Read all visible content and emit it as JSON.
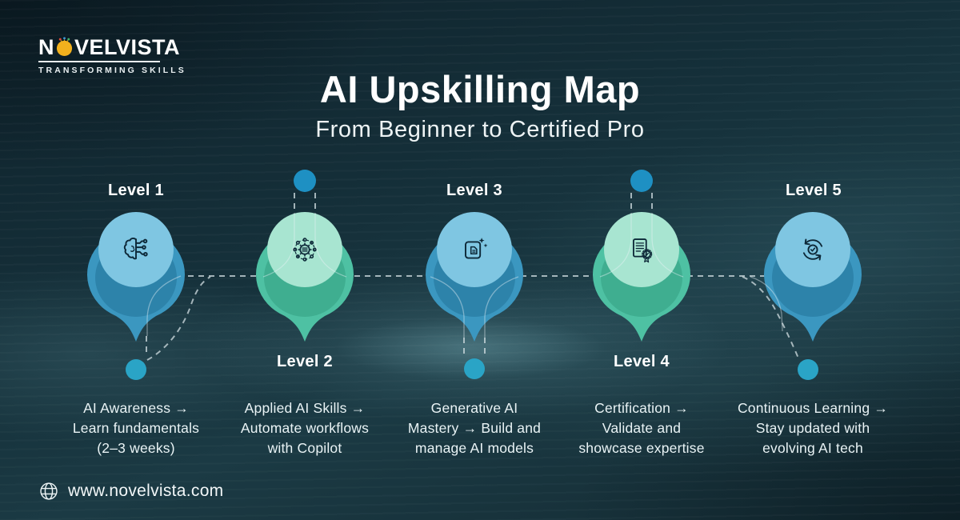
{
  "brand": {
    "logo_prefix": "N",
    "logo_suffix": "VELVISTA",
    "logo_full": "NOVELVISTA",
    "tagline": "TRANSFORMING SKILLS",
    "bulb_color": "#f2b11d"
  },
  "header": {
    "title": "AI Upskilling Map",
    "subtitle": "From Beginner to Certified Pro"
  },
  "levels": [
    {
      "label": "Level 1",
      "icon": "brain-circuit-icon",
      "theme": "blue",
      "label_position": "top",
      "lines": [
        "AI Awareness →",
        "Learn fundamentals",
        "(2–3 weeks)"
      ]
    },
    {
      "label": "Level 2",
      "icon": "automation-gear-icon",
      "theme": "green",
      "label_position": "bottom",
      "lines": [
        "Applied AI Skills →",
        "Automate workflows",
        "with Copilot"
      ]
    },
    {
      "label": "Level 3",
      "icon": "generative-ai-document-icon",
      "theme": "blue",
      "label_position": "top",
      "lines": [
        "Generative AI",
        "Mastery → Build and",
        "manage AI models"
      ]
    },
    {
      "label": "Level 4",
      "icon": "certificate-icon",
      "theme": "green",
      "label_position": "bottom",
      "lines": [
        "Certification →",
        "Validate and",
        "showcase expertise"
      ]
    },
    {
      "label": "Level 5",
      "icon": "continuous-learning-icon",
      "theme": "blue",
      "label_position": "top",
      "lines": [
        "Continuous Learning →",
        "Stay updated with",
        "evolving AI tech"
      ]
    }
  ],
  "footer": {
    "website": "www.novelvista.com",
    "icon": "globe-icon"
  },
  "colors": {
    "background_dark": "#142b33",
    "blue_light": "#7fc6e2",
    "blue_dark": "#3b97c0",
    "blue_shadow": "#2d83aa",
    "green_light": "#a8e5d1",
    "green_dark": "#4ec1a3",
    "green_shadow": "#3fae90",
    "dot_blue": "#1e90c3",
    "dot_teal": "#2aa4c6",
    "icon_stroke": "#0d2838",
    "text": "#ffffff"
  }
}
